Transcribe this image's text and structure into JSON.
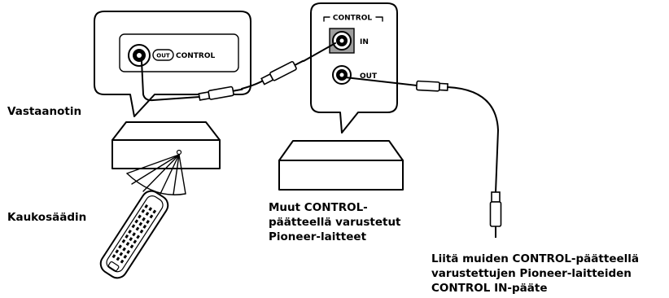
{
  "labels": {
    "receiver": "Vastaanotin",
    "remote": "Kaukosäädin",
    "other_devices": [
      "Muut CONTROL-",
      "päätteellä varustetut",
      "Pioneer-laitteet"
    ],
    "connect_note": [
      "Liitä muiden CONTROL-päätteellä",
      "varustettujen Pioneer-laitteiden",
      "CONTROL IN-pääte"
    ]
  },
  "jacks": {
    "receiver_out_badge": "OUT",
    "receiver_control": "CONTROL",
    "panel_title": "CONTROL",
    "in_label": "IN",
    "out_label": "OUT"
  }
}
